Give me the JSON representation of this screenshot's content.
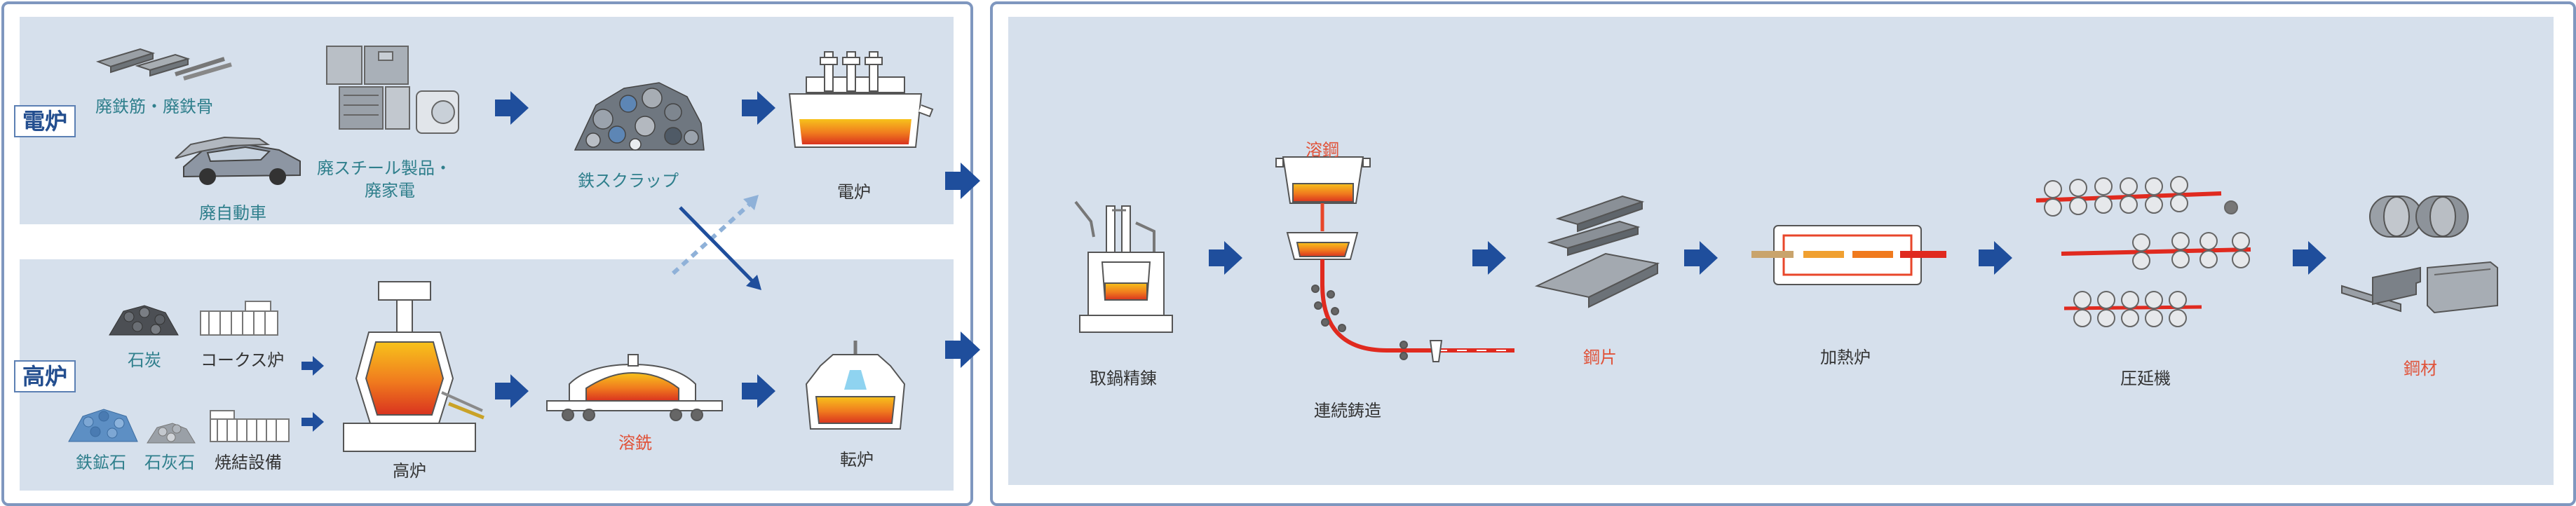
{
  "left": {
    "eaf_tag": "電炉",
    "bf_tag": "高炉",
    "scrap_rebar": "廃鉄筋・廃鉄骨",
    "scrap_cars": "廃自動車",
    "scrap_appliances_1": "廃スチール製品・",
    "scrap_appliances_2": "廃家電",
    "iron_scrap": "鉄スクラップ",
    "eaf": "電炉",
    "coal": "石炭",
    "coke_oven": "コークス炉",
    "iron_ore": "鉄鉱石",
    "limestone": "石灰石",
    "sinter": "焼結設備",
    "blast_furnace": "高炉",
    "hot_metal": "溶銑",
    "converter": "転炉"
  },
  "right": {
    "ladle_refining": "取鍋精錬",
    "molten_steel": "溶鋼",
    "continuous_casting": "連続鋳造",
    "billet": "鋼片",
    "reheating_furnace": "加熱炉",
    "rolling_mill": "圧延機",
    "steel_products": "鋼材"
  },
  "colors": {
    "arrow": "#1f4e9c",
    "band": "#d6e0ec",
    "border": "#7f97bf",
    "molten": "#e8462a",
    "label_red": "#e0533a",
    "label_teal": "#2f7f8c"
  }
}
